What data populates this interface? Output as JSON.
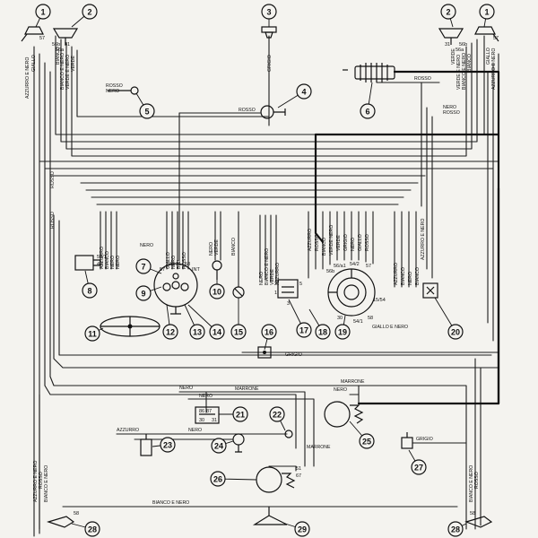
{
  "labels": {
    "rosso_nero_5": "ROSSO\nNERO",
    "rosso_4": "ROSSO",
    "rosso_6": "ROSSO",
    "nero_rosso_top": "NERO\nROSSO",
    "grigio_16": "GRIGIO",
    "grigio_27": "GRIGIO",
    "bianco_nero_bottom": "BIANCO E NERO",
    "marrone_a": "MARRONE",
    "nero_a": "NERO",
    "nero_b": "NERO",
    "azzurro_a": "AZZURRO",
    "nero_c": "NERO",
    "marrone_b": "MARRONE",
    "giallo_nero": "GIALLO E NERO",
    "nero_marrone": "NERO",
    "marrone_top": "MARRONE",
    "nero_small": "NERO"
  },
  "vlabels": {
    "v_left_1": "AZZURRO E NERO",
    "v_left_2": "GIALLO",
    "v_l2_1": "BIANCO",
    "v_l2_2": "BIANCO E NERO",
    "v_l2_3": "VERDE E NERO",
    "v_l2_4": "VERDE",
    "v_3": "GRIGIO",
    "v_r2_1": "VERDE",
    "v_r2_2": "VERDE E NERO",
    "v_r2_3": "BIANCO E NERO",
    "v_r2_4": "BIANCO",
    "v_r1_1": "GIALLO",
    "v_r1_2": "AZZURRO E NERO",
    "v_rosso_l": "ROSSO",
    "v_rosso_l2": "ROSSO",
    "v_8_1": "AZZURRO",
    "v_8_2": "BIANCO",
    "v_8_3": "NERO",
    "v_8_4": "NERO",
    "v_7_1": "GIALLO",
    "v_7_2": "NERO",
    "v_7_3": "BLU",
    "v_7_4": "ROSSO",
    "v_10_1": "NERO",
    "v_10_2": "VERDE",
    "v_15": "BIANCO",
    "v_17_1": "NERO",
    "v_17_2": "BIANCO E NERO",
    "v_17_3": "VERDE",
    "v_17_4": "AZZURRO",
    "v_19_1": "AZZURRO",
    "v_19_2": "ROSSO",
    "v_19_3": "BIANCO",
    "v_19_4": "VERDE NERO",
    "v_19_5": "VERDE",
    "v_19_6": "GRIGIO",
    "v_19_7": "NERO",
    "v_19_8": "GIALLO",
    "v_19_9": "ROSSO",
    "v_20_1": "AZZURRO",
    "v_20_2": "BIANCO",
    "v_20_3": "NERO",
    "v_20_4": "BIANCO",
    "v_20_5": "AZZURRO E NERO",
    "v_bl_1": "AZZURRO E NERO",
    "v_bl_2": "ROSSO",
    "v_bl_3": "BIANCO E NERO",
    "v_br_1": "BIANCO E NERO",
    "v_br_2": "ROSSO"
  },
  "terminals": {
    "t56b_l": "56b",
    "t56a_l": "56a",
    "t31_l": "31",
    "t57_l": "57",
    "t56a_r": "56a",
    "t56b_r": "56b",
    "t31_r": "31",
    "t57_r": "57",
    "t8_1": "58/1",
    "t8_2": "49",
    "t7_1": "57",
    "t7_2": "30",
    "t7_3": "31",
    "t7_4": "58",
    "t7_5": "INT",
    "t19_1": "56b",
    "t19_2": "56/a1",
    "t19_3": "54/2",
    "t19_4": "57",
    "t19_5": "15/54",
    "t19_6": "30",
    "t19_7": "54/1",
    "t19_8": "58",
    "t17_1": "2",
    "t17_2": "1",
    "t17_3": "3",
    "t17_4": "5",
    "t21_1": "86",
    "t21_2": "87",
    "t21_3": "30",
    "t21_4": "31",
    "t26_1": "51",
    "t26_2": "67",
    "t28_1": "58",
    "t28_2": "58"
  },
  "callouts": [
    "1",
    "2",
    "3",
    "2",
    "1",
    "4",
    "5",
    "6",
    "7",
    "8",
    "9",
    "10",
    "11",
    "12",
    "13",
    "14",
    "15",
    "16",
    "17",
    "18",
    "19",
    "20",
    "21",
    "22",
    "23",
    "24",
    "25",
    "26",
    "27",
    "28",
    "28",
    "29"
  ]
}
